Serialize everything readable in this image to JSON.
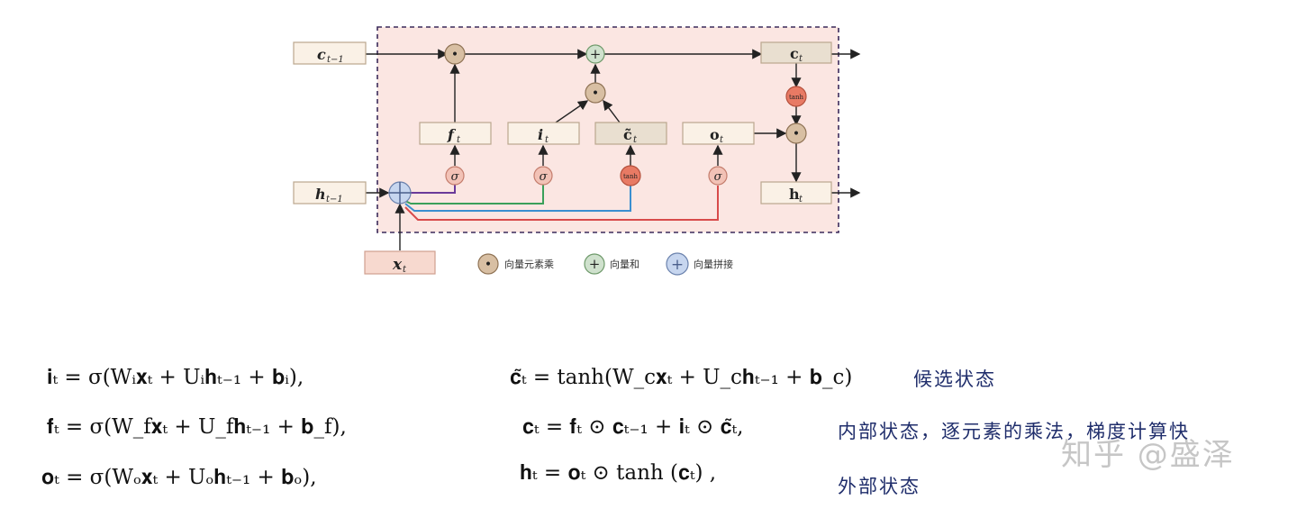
{
  "diagram": {
    "boxes": {
      "c_prev": "c",
      "c_prev_sub": "t−1",
      "h_prev": "h",
      "h_prev_sub": "t−1",
      "x": "x",
      "x_sub": "t",
      "f": "f",
      "f_sub": "t",
      "i": "i",
      "i_sub": "t",
      "c_tilde": "c̃",
      "c_tilde_sub": "t",
      "o": "o",
      "o_sub": "t",
      "c_out": "c",
      "c_out_sub": "t",
      "h_out": "h",
      "h_out_sub": "t"
    },
    "ops": {
      "mul": "•",
      "add": "+",
      "concat": "+",
      "sigma": "σ",
      "tanh": "tanh"
    },
    "legend": [
      {
        "symbol": "•",
        "label": "向量元素乘",
        "kind": "mul"
      },
      {
        "symbol": "+",
        "label": "向量和",
        "kind": "add"
      },
      {
        "symbol": "+",
        "label": "向量拼接",
        "kind": "concat"
      }
    ],
    "colors": {
      "frame_fill": "#fbe6e2",
      "frame_border": "#3b2a5a",
      "box_fill": "#faf1e6",
      "box_border": "#bba78e",
      "x_box_fill": "#f7d9cf",
      "mul_fill": "#d8bfa3",
      "add_fill": "#cfe1cd",
      "concat_fill": "#c7d6ef",
      "sigma_fill": "#f2c2b6",
      "tanh_fill": "#e87a64",
      "line_f": "#6a3a9a",
      "line_i": "#3aa05a",
      "line_c": "#3a8fd0",
      "line_o": "#d84b4b"
    }
  },
  "equations": {
    "left": [
      "𝐢ₜ = σ(Wᵢ𝐱ₜ + Uᵢ𝐡ₜ₋₁ + 𝐛ᵢ),",
      "𝐟ₜ = σ(W_f𝐱ₜ + U_f𝐡ₜ₋₁ + 𝐛_f),",
      "𝐨ₜ = σ(Wₒ𝐱ₜ + Uₒ𝐡ₜ₋₁ + 𝐛ₒ),"
    ],
    "right": [
      "𝐜̃ₜ = tanh(W_c𝐱ₜ + U_c𝐡ₜ₋₁ + 𝐛_c)",
      "𝐜ₜ = 𝐟ₜ ⊙ 𝐜ₜ₋₁ + 𝐢ₜ ⊙ 𝐜̃ₜ,",
      "𝐡ₜ = 𝐨ₜ ⊙ tanh (𝐜ₜ) ,"
    ],
    "notes": [
      "候选状态",
      "内部状态，逐元素的乘法，梯度计算快",
      "外部状态"
    ]
  },
  "watermark": "知乎 @盛泽"
}
